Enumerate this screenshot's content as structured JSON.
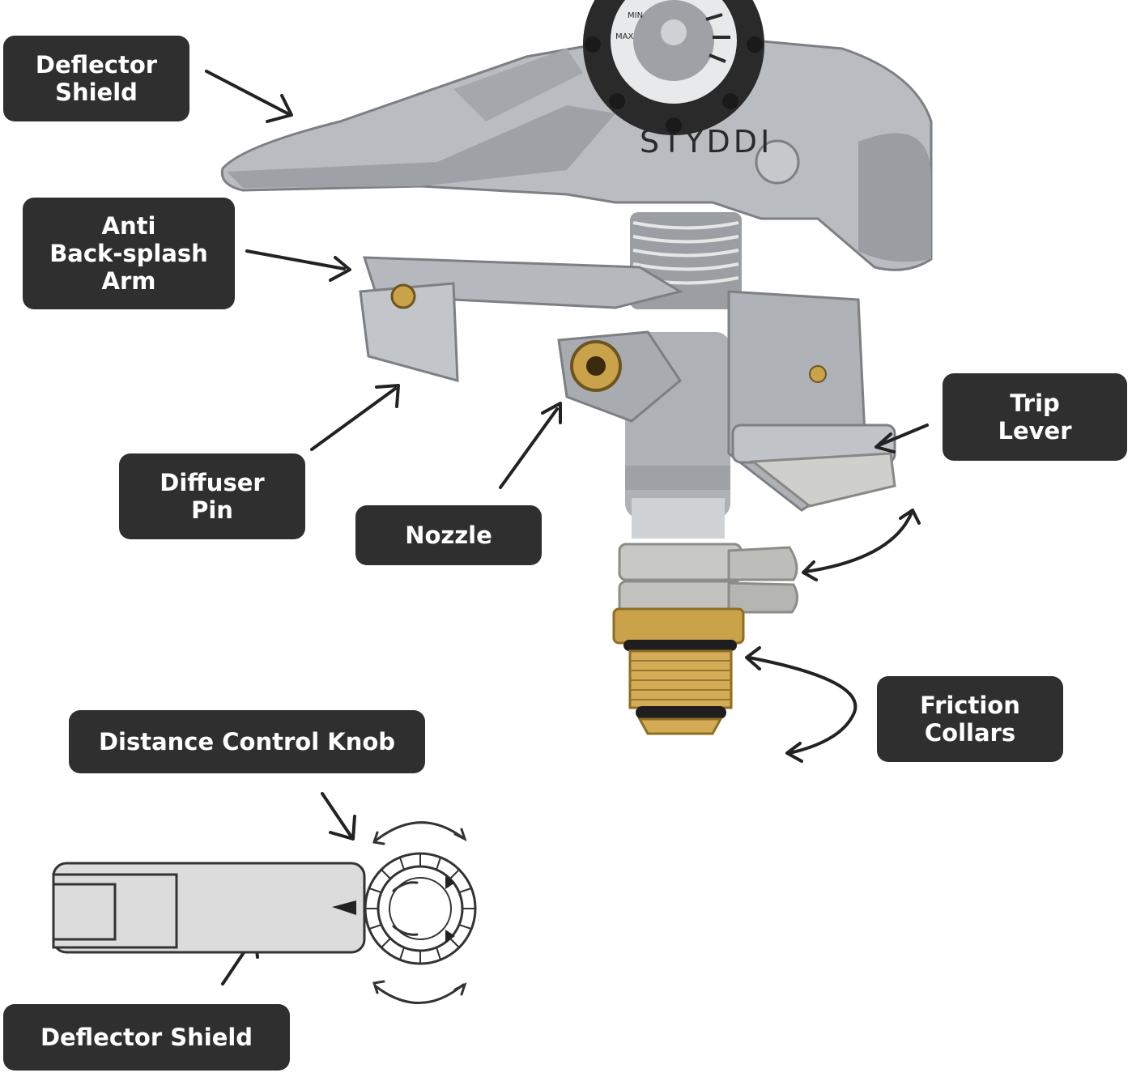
{
  "brand": "STYDDI",
  "knob_marks": {
    "min": "MIN",
    "max": "MAX"
  },
  "labels": {
    "deflector_shield": "Deflector\nShield",
    "anti_backsplash_arm": "Anti\nBack-splash\nArm",
    "trip_lever": "Trip\nLever",
    "diffuser_pin": "Diffuser\nPin",
    "nozzle": "Nozzle",
    "friction_collars": "Friction\nCollars",
    "distance_control_knob": "Distance Control Knob",
    "deflector_shield_bottom": "Deflector Shield"
  },
  "colors": {
    "label_bg": "#2f2f2f",
    "label_text": "#ffffff",
    "body_metal": "#b9bcc0",
    "body_shadow": "#8e9296",
    "brass": "#c9a24a",
    "knob": "#2a2a2a",
    "arrow": "#222222"
  },
  "icons": [
    "sprinkler-illustration",
    "arrow-icon",
    "rotate-arrow-icon",
    "knob-schematic"
  ]
}
